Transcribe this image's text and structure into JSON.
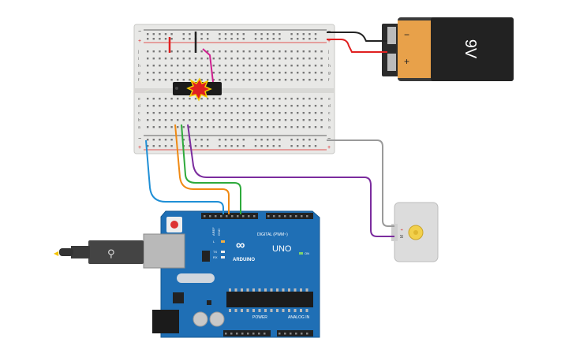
{
  "battery": {
    "voltage_label": "9V",
    "minus_symbol": "−",
    "plus_symbol": "+",
    "body_color": "#e8a14a",
    "cap_color": "#2b2b2b"
  },
  "motor": {
    "terminal_label": "M",
    "plus_symbol": "+",
    "gear_color": "#f2d04b"
  },
  "arduino": {
    "model": "UNO",
    "brand": "ARDUINO",
    "digital_label": "DIGITAL (PWM~)",
    "power_label": "POWER",
    "analog_label": "ANALOG IN",
    "on_label": "ON",
    "tx_label": "TX",
    "rx_label": "RX",
    "l_label": "L",
    "aref_label": "AREF",
    "gnd_label": "GND",
    "board_color": "#1f6fb5"
  },
  "breadboard": {
    "row_letters_top": [
      "j",
      "i",
      "h",
      "g",
      "f"
    ],
    "row_letters_bottom": [
      "e",
      "d",
      "c",
      "b",
      "a"
    ],
    "rail_minus": "−",
    "rail_plus": "+",
    "column_count": 30
  },
  "wires": {
    "blue": "#1f8fd6",
    "orange": "#f08a14",
    "green": "#2eaa3c",
    "purple": "#7b2c9e",
    "gray": "#9a9a9a",
    "black": "#222222",
    "red": "#e02020",
    "magenta": "#d02090"
  },
  "usb_cable": {
    "icon": "usb-icon"
  }
}
